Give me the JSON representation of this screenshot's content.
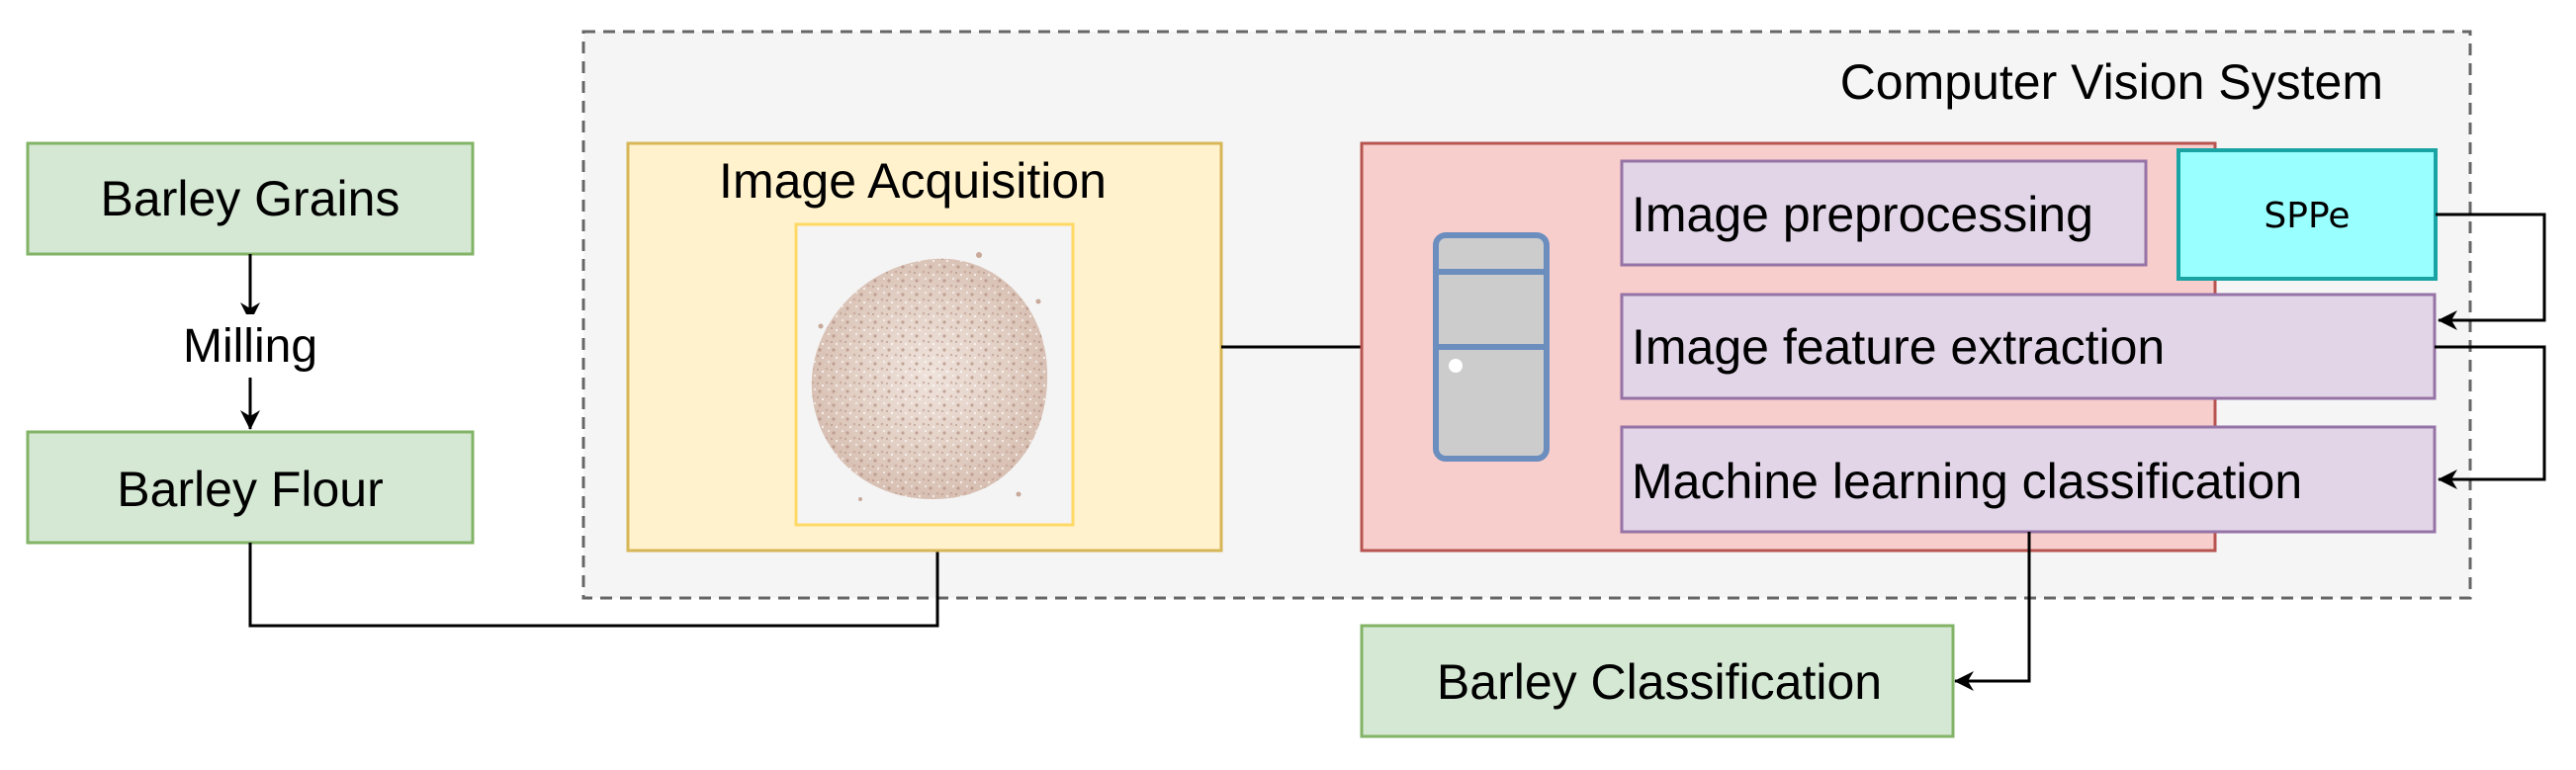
{
  "system": {
    "title": "Computer Vision System"
  },
  "inputs": {
    "grains_label": "Barley Grains",
    "milling_label": "Milling",
    "flour_label": "Barley Flour"
  },
  "acquisition": {
    "title": "Image Acquisition"
  },
  "processing": {
    "steps": [
      {
        "label": "Image preprocessing"
      },
      {
        "label": "Image feature extraction"
      },
      {
        "label": "Machine learning classification"
      }
    ],
    "sppe_label": "SPPe"
  },
  "output": {
    "label": "Barley Classification"
  },
  "colors": {
    "green_fill": "#d5e8d4",
    "green_stroke": "#82b366",
    "yellow_fill": "#fff2cc",
    "yellow_stroke": "#d6b656",
    "red_fill": "#f8cecc",
    "red_stroke": "#b85450",
    "purple_fill": "#e1d5e7",
    "purple_stroke": "#9673a6",
    "cyan_fill": "#99ffff",
    "cyan_stroke": "#1aa3a3",
    "server_fill": "#cccccc",
    "server_stroke": "#6c8ebf",
    "system_fill": "#f5f5f5",
    "system_stroke": "#666666"
  }
}
